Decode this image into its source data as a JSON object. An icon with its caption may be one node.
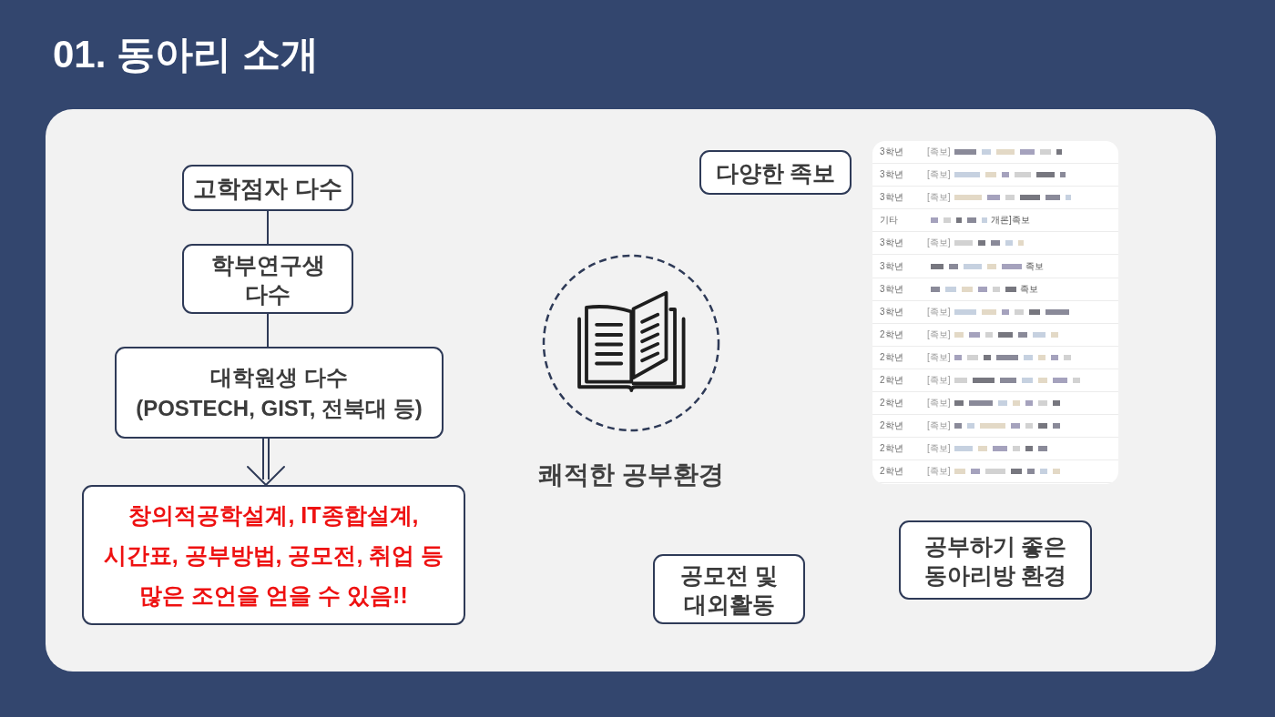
{
  "diagram": {
    "title": "01. 동아리 소개",
    "nodes": [
      {
        "text": [
          "**고학점자** 다수"
        ]
      },
      {
        "text": [
          "학부연구생 다수"
        ]
      },
      {
        "text": [
          "대학원생 다수",
          "(POSTECH, GIST, 전북대 등)"
        ]
      },
      {
        "text": [
          "창의적공학설계, IT종합설계, 시간표, 공부방법, 공모전, 취업 등 많은 조언을 얻을 수 있음!!"
        ]
      },
      {
        "text": [
          "쾌적한 공부환경"
        ]
      },
      {
        "text": [
          "다양한 **족보**"
        ]
      },
      {
        "text": [
          "**공모전** 및 대외활동"
        ]
      },
      {
        "text": [
          "공부하기 좋은 동아리방 환경"
        ]
      }
    ],
    "edges": [
      {
        "from": 0,
        "to": 1,
        "arrow": "none"
      },
      {
        "from": 1,
        "to": 2,
        "arrow": "none"
      },
      {
        "from": 2,
        "to": 3,
        "arrow": "to"
      }
    ],
    "labels": [
      "3학년",
      "[족보]",
      "3학년",
      "[족보]",
      "3학년",
      "[족보]",
      "기타",
      "개론]족보",
      "3학년",
      "[족보]",
      "3학년",
      "족보",
      "3학년",
      "족보",
      "3학년",
      "[족보]",
      "2학년",
      "[족보]",
      "2학년",
      "[족보]",
      "2학년",
      "[족보]",
      "2학년",
      "[족보]",
      "2학년",
      "[족보]",
      "2학년",
      "[족보]",
      "2학년",
      "[족보]"
    ]
  }
}
